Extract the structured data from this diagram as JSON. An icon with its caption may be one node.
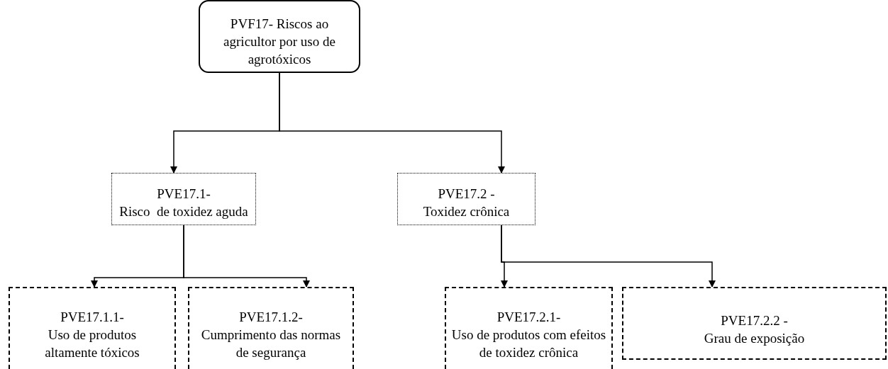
{
  "diagram": {
    "nodes": [
      {
        "text": [
          "PVF17- Riscos ao agricultor por uso de agrotóxicos"
        ]
      },
      {
        "text": [
          "PVE17.1-",
          "Risco  de toxidez aguda"
        ]
      },
      {
        "text": [
          "PVE17.2 -",
          "Toxidez crônica"
        ]
      },
      {
        "text": [
          "PVE17.1.1-",
          "Uso de produtos altamente tóxicos"
        ]
      },
      {
        "text": [
          "PVE17.1.2-",
          "Cumprimento das normas de segurança"
        ]
      },
      {
        "text": [
          "PVE17.2.1-",
          "Uso de produtos com efeitos de toxidez crônica"
        ]
      },
      {
        "text": [
          "PVE17.2.2 -",
          "Grau de exposição"
        ]
      }
    ],
    "edges": [
      {
        "from": 0,
        "to": 1,
        "arrow": "to"
      },
      {
        "from": 0,
        "to": 2,
        "arrow": "to"
      },
      {
        "from": 1,
        "to": 3,
        "arrow": "to"
      },
      {
        "from": 1,
        "to": 4,
        "arrow": "to"
      },
      {
        "from": 2,
        "to": 5,
        "arrow": "to"
      },
      {
        "from": 2,
        "to": 6,
        "arrow": "to"
      }
    ]
  }
}
